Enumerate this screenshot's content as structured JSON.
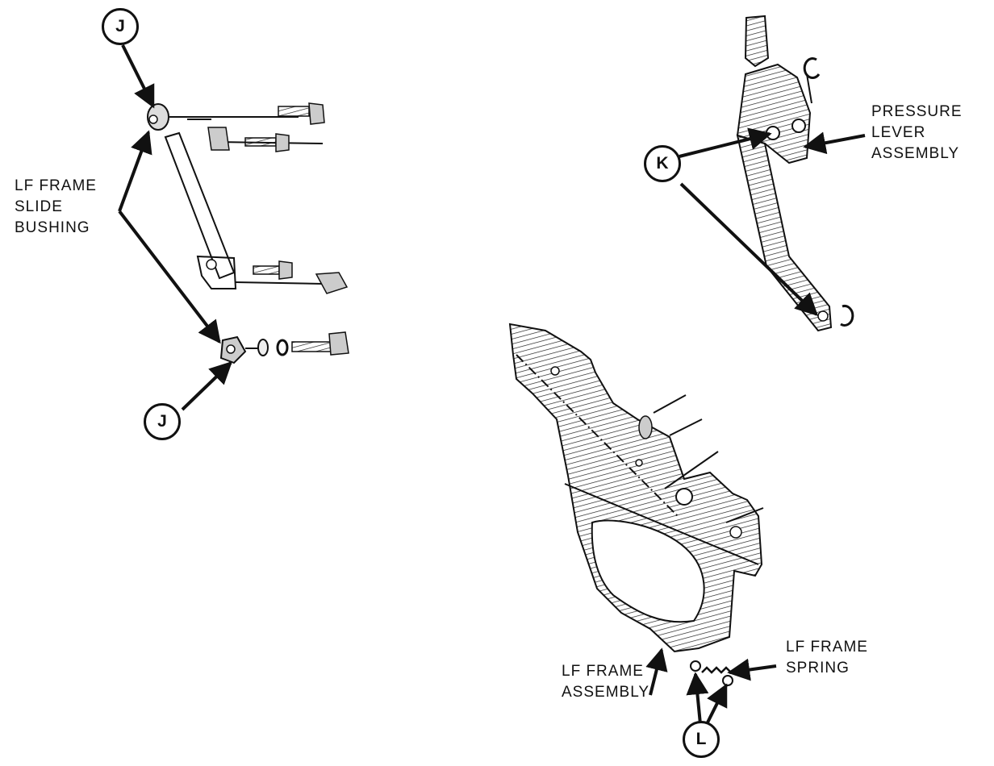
{
  "callouts": {
    "j_top": "J",
    "j_bottom": "J",
    "k": "K",
    "l": "L"
  },
  "labels": {
    "slide_bushing": [
      "LF FRAME",
      "SLIDE",
      "BUSHING"
    ],
    "pressure_lever": [
      "PRESSURE",
      "LEVER",
      "ASSEMBLY"
    ],
    "frame_assembly": [
      "LF FRAME",
      "ASSEMBLY"
    ],
    "frame_spring": [
      "LF FRAME",
      "SPRING"
    ]
  },
  "colors": {
    "ink": "#111111",
    "paper": "#ffffff"
  }
}
